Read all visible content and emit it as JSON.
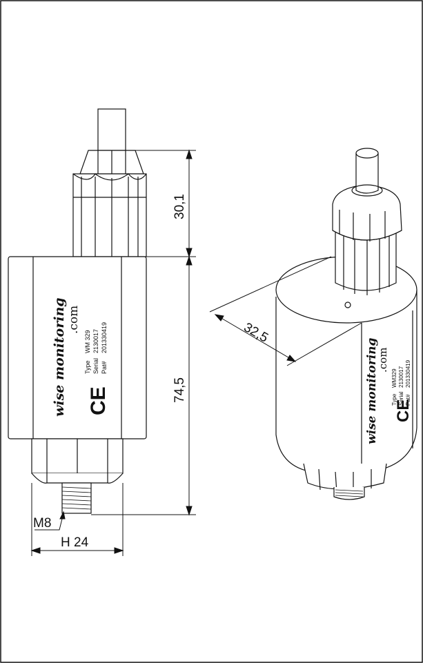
{
  "dimensions": {
    "hex_height": "30,1",
    "body_length": "74,5",
    "thread": "M8",
    "wrench_size": "H 24",
    "diameter": "32,5"
  },
  "label": {
    "brand": "wise monitoring",
    "domain": ".com",
    "type_label": "Type",
    "type_value": "WM 329",
    "serial_label": "Serial",
    "serial_value": "2130017",
    "pat_label": "Pat#",
    "pat_value": "201330419",
    "ce_mark": "CE"
  },
  "label_iso": {
    "brand": "wise monitoring",
    "domain": ".com",
    "type_label": "Type",
    "type_value": "WM329",
    "serial_label": "Serial",
    "serial_value": "2130017",
    "pat_label": "Pat#",
    "pat_value": "201330419",
    "ce_mark": "CE"
  },
  "colors": {
    "line": "#111111",
    "background": "#ffffff"
  }
}
